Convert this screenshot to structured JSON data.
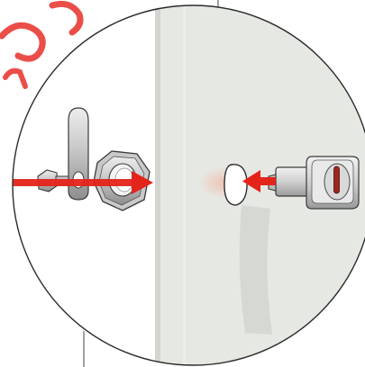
{
  "diagram": {
    "kind": "cam-lock-installation-detail",
    "colors": {
      "panel": "#e6e8e3",
      "panel_edge": "#d3d6d0",
      "metal_light": "#d4d4d4",
      "metal_mid": "#aeaeae",
      "metal_dark": "#858585",
      "outline": "#3a3a3a",
      "arrow_red": "#e3241b",
      "slot_red": "#a3231d",
      "watermark_red": "#e8302a"
    },
    "parts": [
      "lock-body",
      "key-slot",
      "panel-hole",
      "mounting-nut",
      "cam-tongue",
      "retaining-screw"
    ],
    "arrows": [
      {
        "name": "lock-insert-arrow",
        "direction": "left"
      },
      {
        "name": "hardware-insert-arrow",
        "direction": "right"
      }
    ]
  }
}
